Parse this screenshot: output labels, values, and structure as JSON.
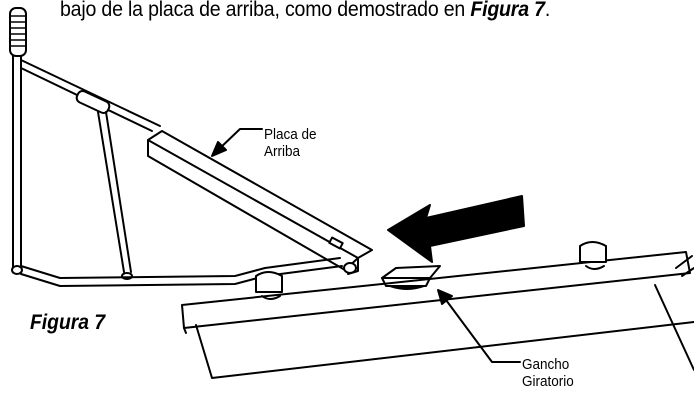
{
  "instruction_text": {
    "prefix": "bajo de la placa de arriba, como demostrado en ",
    "figure_ref": "Figura 7",
    "suffix": "."
  },
  "figure": {
    "caption": "Figura 7",
    "callouts": {
      "top_plate_line1": "Placa de",
      "top_plate_line2": "Arriba",
      "swivel_hook_line1": "Gancho",
      "swivel_hook_line2": "Giratorio"
    }
  }
}
